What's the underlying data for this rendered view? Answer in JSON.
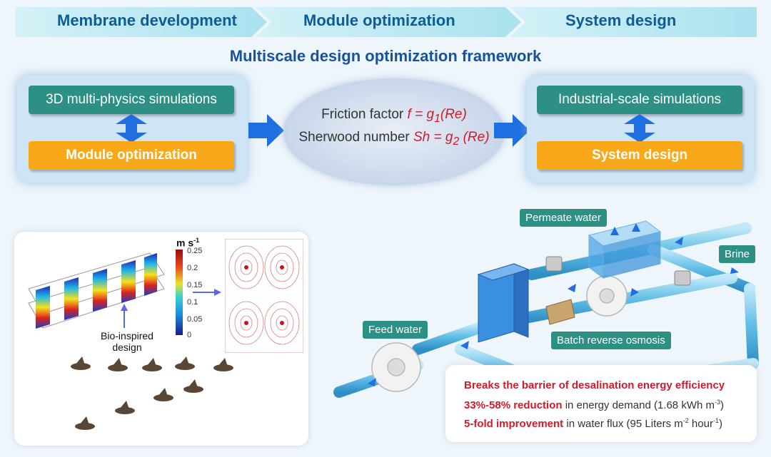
{
  "banner": {
    "steps": [
      "Membrane development",
      "Module optimization",
      "System design"
    ],
    "colors": {
      "banner_light": "#cfeff6",
      "banner_dark": "#8cd6e8",
      "text": "#0d5c96"
    }
  },
  "framework_title": "Multiscale design optimization framework",
  "left_panel": {
    "top_box": "3D multi-physics simulations",
    "bottom_box": "Module optimization"
  },
  "center": {
    "friction_label": "Friction factor",
    "friction_eq_f": "f",
    "friction_eq_g": "g",
    "friction_eq_sub": "1",
    "friction_eq_re": "(Re)",
    "sherwood_label": "Sherwood number",
    "sherwood_eq_sh": "Sh",
    "sherwood_eq_g": "g",
    "sherwood_eq_sub": "2",
    "sherwood_eq_re": "(Re)"
  },
  "right_panel": {
    "top_box": "Industrial-scale simulations",
    "bottom_box": "System design"
  },
  "simulation": {
    "colorbar_unit": "m s",
    "colorbar_unit_exp": "-1",
    "colorbar_ticks": [
      "0.25",
      "0.2",
      "0.15",
      "0.1",
      "0.05",
      "0"
    ],
    "bio_label_line1": "Bio-inspired",
    "bio_label_line2": "design"
  },
  "system": {
    "permeate_label": "Permeate water",
    "brine_label": "Brine",
    "feed_label": "Feed water",
    "batch_label": "Batch reverse osmosis"
  },
  "summary": {
    "headline": "Breaks the barrier of desalination energy efficiency",
    "line2_red": "33%-58% reduction",
    "line2_rest": " in energy demand (1.68 kWh m",
    "line2_exp": "-3",
    "line2_end": ")",
    "line3_red": "5-fold improvement",
    "line3_rest": " in water flux (95 Liters m",
    "line3_exp": "-2",
    "line3_mid": " hour",
    "line3_exp2": "-1",
    "line3_end": ")"
  },
  "colors": {
    "teal": "#2c9184",
    "orange": "#f8a818",
    "arrow_blue": "#1f6fe0",
    "title_blue": "#16539c",
    "equation_red": "#d21a2a"
  }
}
